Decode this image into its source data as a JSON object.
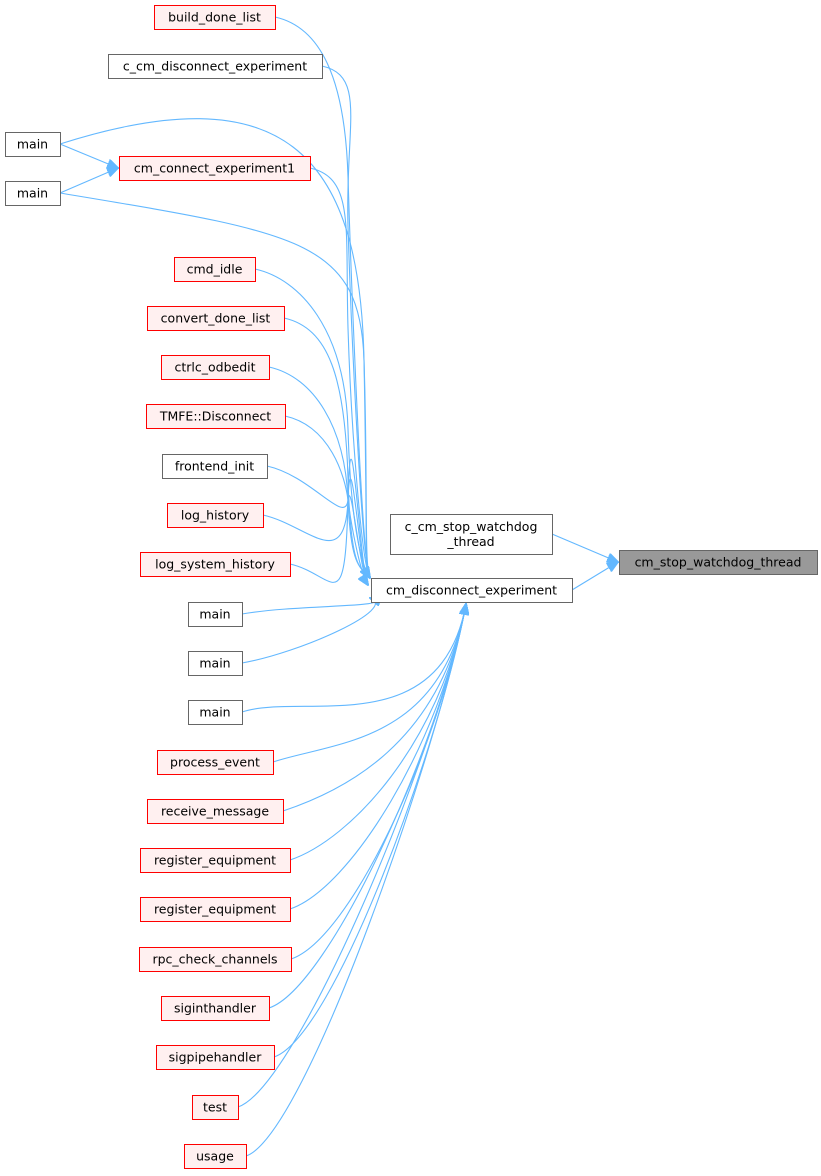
{
  "colors": {
    "edge": "#63b8ff",
    "red_border": "#ff0000",
    "red_fill": "#fff0f0",
    "gray_border": "#666666",
    "white_fill": "#ffffff",
    "target_fill": "#999999",
    "target_border": "#666666"
  },
  "nodes": [
    {
      "id": "build_done_list",
      "label": "build_done_list",
      "style": "red"
    },
    {
      "id": "c_cm_disconnect_experiment",
      "label": "c_cm_disconnect_experiment",
      "style": "plain"
    },
    {
      "id": "main1",
      "label": "main",
      "style": "plain"
    },
    {
      "id": "cm_connect_experiment1",
      "label": "cm_connect_experiment1",
      "style": "red"
    },
    {
      "id": "main2",
      "label": "main",
      "style": "plain"
    },
    {
      "id": "cmd_idle",
      "label": "cmd_idle",
      "style": "red"
    },
    {
      "id": "convert_done_list",
      "label": "convert_done_list",
      "style": "red"
    },
    {
      "id": "ctrlc_odbedit",
      "label": "ctrlc_odbedit",
      "style": "red"
    },
    {
      "id": "tmfe_disconnect",
      "label": "TMFE::Disconnect",
      "style": "red"
    },
    {
      "id": "frontend_init",
      "label": "frontend_init",
      "style": "plain"
    },
    {
      "id": "log_history",
      "label": "log_history",
      "style": "red"
    },
    {
      "id": "log_system_history",
      "label": "log_system_history",
      "style": "red"
    },
    {
      "id": "main3",
      "label": "main",
      "style": "plain"
    },
    {
      "id": "main4",
      "label": "main",
      "style": "plain"
    },
    {
      "id": "main5",
      "label": "main",
      "style": "plain"
    },
    {
      "id": "process_event",
      "label": "process_event",
      "style": "red"
    },
    {
      "id": "receive_message",
      "label": "receive_message",
      "style": "red"
    },
    {
      "id": "register_equipment1",
      "label": "register_equipment",
      "style": "red"
    },
    {
      "id": "register_equipment2",
      "label": "register_equipment",
      "style": "red"
    },
    {
      "id": "rpc_check_channels",
      "label": "rpc_check_channels",
      "style": "red"
    },
    {
      "id": "siginthandler",
      "label": "siginthandler",
      "style": "red"
    },
    {
      "id": "sigpipehandler",
      "label": "sigpipehandler",
      "style": "red"
    },
    {
      "id": "test",
      "label": "test",
      "style": "red"
    },
    {
      "id": "usage",
      "label": "usage",
      "style": "red"
    },
    {
      "id": "c_cm_stop_watchdog_thread",
      "label": [
        "c_cm_stop_watchdog",
        "_thread"
      ],
      "style": "plain"
    },
    {
      "id": "cm_disconnect_experiment",
      "label": "cm_disconnect_experiment",
      "style": "plain"
    },
    {
      "id": "cm_stop_watchdog_thread",
      "label": "cm_stop_watchdog_thread",
      "style": "target"
    }
  ],
  "edges": [
    {
      "from": "main1",
      "to": "cm_connect_experiment1"
    },
    {
      "from": "main2",
      "to": "cm_connect_experiment1"
    },
    {
      "from": "build_done_list",
      "to": "cm_disconnect_experiment"
    },
    {
      "from": "c_cm_disconnect_experiment",
      "to": "cm_disconnect_experiment"
    },
    {
      "from": "main1",
      "to": "cm_disconnect_experiment"
    },
    {
      "from": "cm_connect_experiment1",
      "to": "cm_disconnect_experiment"
    },
    {
      "from": "main2",
      "to": "cm_disconnect_experiment"
    },
    {
      "from": "cmd_idle",
      "to": "cm_disconnect_experiment"
    },
    {
      "from": "convert_done_list",
      "to": "cm_disconnect_experiment"
    },
    {
      "from": "ctrlc_odbedit",
      "to": "cm_disconnect_experiment"
    },
    {
      "from": "tmfe_disconnect",
      "to": "cm_disconnect_experiment"
    },
    {
      "from": "frontend_init",
      "to": "cm_disconnect_experiment"
    },
    {
      "from": "log_history",
      "to": "cm_disconnect_experiment"
    },
    {
      "from": "log_system_history",
      "to": "cm_disconnect_experiment"
    },
    {
      "from": "main3",
      "to": "cm_disconnect_experiment"
    },
    {
      "from": "main4",
      "to": "cm_disconnect_experiment"
    },
    {
      "from": "main5",
      "to": "cm_disconnect_experiment"
    },
    {
      "from": "process_event",
      "to": "cm_disconnect_experiment"
    },
    {
      "from": "receive_message",
      "to": "cm_disconnect_experiment"
    },
    {
      "from": "register_equipment1",
      "to": "cm_disconnect_experiment"
    },
    {
      "from": "register_equipment2",
      "to": "cm_disconnect_experiment"
    },
    {
      "from": "rpc_check_channels",
      "to": "cm_disconnect_experiment"
    },
    {
      "from": "siginthandler",
      "to": "cm_disconnect_experiment"
    },
    {
      "from": "sigpipehandler",
      "to": "cm_disconnect_experiment"
    },
    {
      "from": "test",
      "to": "cm_disconnect_experiment"
    },
    {
      "from": "usage",
      "to": "cm_disconnect_experiment"
    },
    {
      "from": "c_cm_stop_watchdog_thread",
      "to": "cm_stop_watchdog_thread"
    },
    {
      "from": "cm_disconnect_experiment",
      "to": "cm_stop_watchdog_thread"
    }
  ]
}
